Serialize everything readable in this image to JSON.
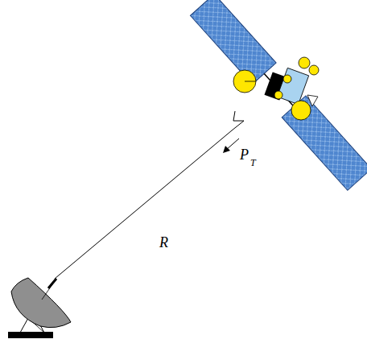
{
  "diagram": {
    "labels": [
      "P",
      "T",
      "R"
    ]
  }
}
